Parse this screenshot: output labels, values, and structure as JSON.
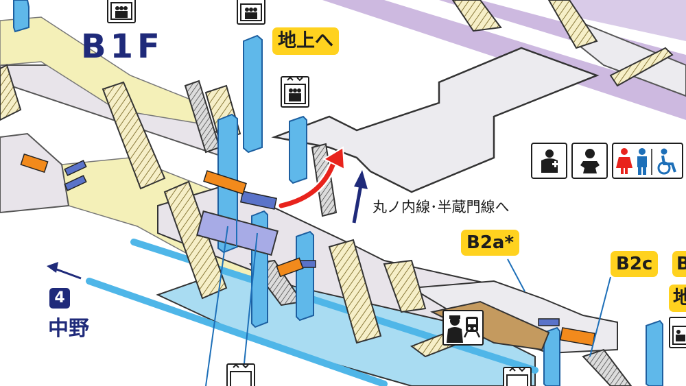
{
  "floor": {
    "label": "B1F"
  },
  "directions": {
    "to_ground": "地上へ",
    "to_lines": "丸ノ内線･半蔵門線へ"
  },
  "exits": [
    {
      "label": "B2a*"
    },
    {
      "label": "B2c"
    },
    {
      "label": "B"
    },
    {
      "label": "地"
    }
  ],
  "line_exit": {
    "number": "4",
    "name": "中野"
  },
  "facilities": [
    {
      "icon": "nursing-room-icon"
    },
    {
      "icon": "baby-changing-icon"
    },
    {
      "icon": "restroom-icon"
    },
    {
      "icon": "wheelchair-icon"
    }
  ],
  "colors": {
    "floor_label": "#1f2a7a",
    "exit_tag": "#ffd21f",
    "elevator_shaft": "#5fb8ea",
    "platform": "#a9dcf2",
    "concourse": "#f4f0b8",
    "walkway": "#e8e4ea",
    "purple_track": "#cdb9e0",
    "route_arrow": "#e8231c",
    "direction_arrow": "#1f2a7a",
    "ticket_gate": "#5a73c9",
    "locker": "#f28a1c"
  }
}
